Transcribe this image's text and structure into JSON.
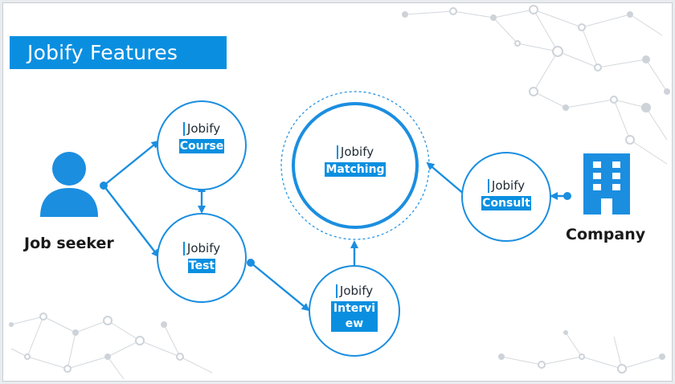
{
  "title": "Jobify Features",
  "brand": "Jobify",
  "actors": {
    "job_seeker": "Job seeker",
    "company": "Company"
  },
  "features": {
    "course": "Course",
    "test": "Test",
    "matching": "Matching",
    "interview": "Interview",
    "consult": "Consult"
  },
  "colors": {
    "accent": "#0a8fe0",
    "line": "#1b8ee0",
    "decor": "#c9cfd5"
  }
}
